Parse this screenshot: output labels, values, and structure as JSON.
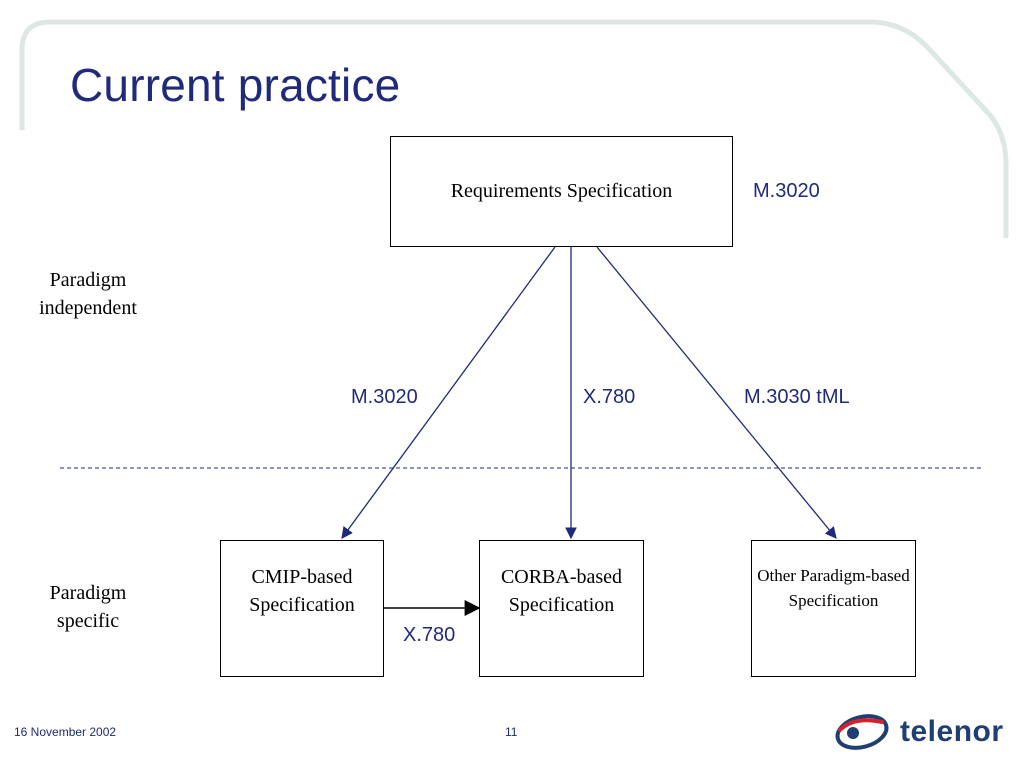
{
  "slide": {
    "title": "Current practice",
    "footer_date": "16 November 2002",
    "page_number": "11",
    "logo_text": "telenor"
  },
  "diagram": {
    "top_box": "Requirements Specification",
    "top_box_standard": "M.3020",
    "side_labels": {
      "independent": "Paradigm independent",
      "specific": "Paradigm specific"
    },
    "arrow_labels": {
      "left": "M.3020",
      "center": "X.780",
      "right": "M.3030 tML",
      "horizontal": "X.780"
    },
    "bottom_boxes": [
      {
        "label": "CMIP-based Specification"
      },
      {
        "label": "CORBA-based Specification"
      },
      {
        "label": "Other Paradigm-based Specification"
      }
    ]
  },
  "colors": {
    "title": "#1f2a7a",
    "arrow": "#1f2a7a",
    "frame": "#dde7e3",
    "logo_red": "#d2232a",
    "logo_blue": "#1f3f73"
  }
}
